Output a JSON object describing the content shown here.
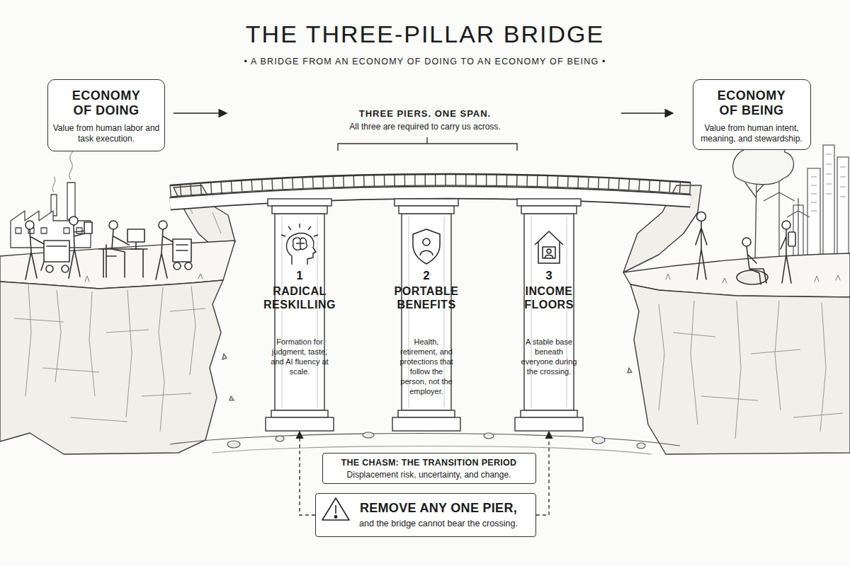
{
  "diagram": {
    "title": "THE THREE-PILLAR BRIDGE",
    "nodes": [
      {
        "text": [
          "ECONOMY OF DOING",
          "Value from human labor and task execution."
        ]
      },
      {
        "text": [
          "ECONOMY OF BEING",
          "Value from human intent, meaning, and stewardship."
        ]
      },
      {
        "text": [
          "1",
          "RADICAL RESKILLING",
          "Formation for judgment, taste, and AI fluency at scale."
        ]
      },
      {
        "text": [
          "2",
          "PORTABLE BENEFITS",
          "Health, retirement, and protections that follow the person, not the employer."
        ]
      },
      {
        "text": [
          "3",
          "INCOME FLOORS",
          "A stable base beneath everyone during the crossing."
        ]
      },
      {
        "text": [
          "THE CHASM: THE TRANSITION PERIOD",
          "Displacement risk, uncertainty, and change."
        ]
      },
      {
        "text": [
          "REMOVE ANY ONE PIER,",
          "and the bridge cannot bear the crossing."
        ]
      }
    ],
    "edges": [
      {
        "from": 6,
        "to": 2,
        "arrow": "to"
      },
      {
        "from": 6,
        "to": 4,
        "arrow": "to"
      }
    ],
    "labels": [
      "• A BRIDGE FROM AN ECONOMY OF DOING TO AN ECONOMY OF BEING •",
      "THREE PIERS. ONE SPAN.",
      "All three are required to carry us across."
    ]
  }
}
